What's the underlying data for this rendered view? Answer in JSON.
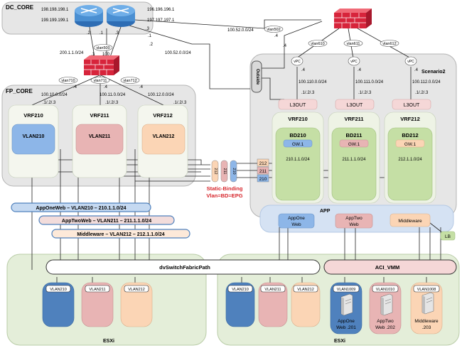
{
  "colors": {
    "zone": "#e6e6e6",
    "zone_border": "#b4b4b4",
    "esxi_zone": "#e4eed9",
    "esxi_border": "#b9cca7",
    "app_zone": "#d5e2f3",
    "bd_green": "#c5dfa5",
    "l3out": "#f5d7d7",
    "firewall": "#d7243b",
    "router": "#4a8fd2",
    "vlan210": "#8db6e8",
    "vlan211": "#e8b4b4",
    "vlan212": "#fbd5b5",
    "vlan210_dark": "#4f81bd",
    "blue_bar": "#c5d9f1",
    "static_red": "#d7262c"
  },
  "labels": {
    "dc_core": "DC_CORE",
    "fp_core": "FP_CORE",
    "scenario": "Scenario2",
    "outside": "Outside",
    "app": "APP",
    "static_binding_1": "Static-Binding",
    "static_binding_2": "Vlan=BD=EPG",
    "lb": "LB",
    "dvswitch": "dvSwitchFabricPath",
    "aci_vmm": "ACI_VMM",
    "esxi_left": "ESXi",
    "esxi_right": "ESXi"
  },
  "core": {
    "ip_r1a": "198.198.198.1",
    "ip_r1b": "199.199.199.1",
    "ip_r2a": "196.196.196.1",
    "ip_r2b": "197.197.197.1",
    "vlan500": "vlan500",
    "vlan502": "vlan502",
    "net_200": "200.1.1.0/24",
    "net_100_52_left": "100.52.0.0/24",
    "net_100_52_right": "100.52.0.0/24",
    "n_2": ".2",
    "n_1": ".1",
    "n_3": ".3",
    "n_3b": ".3",
    "n_1b": ".1",
    "n_2b": ".2",
    "n_4": ".4",
    "n_4b": ".4",
    "n_100": "100",
    "n_1c": ".1"
  },
  "fp": {
    "vlan710": "vlan710",
    "vlan711": "vlan711",
    "vlan712": "vlan712",
    "net_10": "100.10.0.0/24",
    "net_11": "100.11.0.0/24",
    "net_12": "100.12.0.0/24",
    "dot4_a": ".4",
    "dot4_b": ".4",
    "dot4_c": ".4",
    "dot123_a": ".1/.2/.3",
    "dot123_b": ".1/.2/.3",
    "dot123_c": ".1/.2/.3",
    "vrf210": "VRF210",
    "vrf211": "VRF211",
    "vrf212": "VRF212",
    "vlan210": "VLAN210",
    "vlan211": "VLAN211",
    "vlan212": "VLAN212"
  },
  "aci": {
    "vlan610": "vlan610",
    "vlan611": "vlan611",
    "vlan612": "vlan612",
    "vpc1": "vPC",
    "vpc2": "vPC",
    "vpc3": "vPC",
    "dot4_a": ".4",
    "dot4_b": ".4",
    "dot4_c": ".4",
    "net_110": "100.110.0.0/24",
    "net_111": "100.111.0.0/24",
    "net_112": "100.112.0.0/24",
    "dot123_a": ".1/.2/.3",
    "dot123_b": ".1/.2/.3",
    "dot123_c": ".1/.2/.3",
    "l3out_a": "L3OUT",
    "l3out_b": "L3OUT",
    "l3out_c": "L3OUT",
    "vrf210": "VRF210",
    "vrf211": "VRF211",
    "vrf212": "VRF212",
    "bd210": "BD210",
    "bd211": "BD211",
    "bd212": "BD212",
    "gw_a": "GW.1",
    "gw_b": "GW.1",
    "gw_c": "GW.1",
    "sub_210": "210.1.1.0/24",
    "sub_211": "211.1.1.0/24",
    "sub_212": "212.1.1.0/24",
    "port_212": "212",
    "port_211": "211",
    "port_210": "210",
    "epg_appone_1": "AppOne",
    "epg_appone_2": "Web",
    "epg_apptwo_1": "AppTwo",
    "epg_apptwo_2": "Web",
    "epg_middleware": "Middleware"
  },
  "bars": {
    "appone": "AppOneWeb – VLAN210 – 210.1.1.0/24",
    "apptwo": "AppTwoWeb – VLAN211 – 211.1.1.0/24",
    "middleware": "Middleware – VLAN212 – 212.1.1.0/24"
  },
  "ports": {
    "p212": "212",
    "p211": "211",
    "p210": "210"
  },
  "esxi": {
    "l_vlan210": "VLAN210",
    "l_vlan211": "VLAN211",
    "l_vlan212": "VLAN212",
    "r_vlan210": "VLAN210",
    "r_vlan211": "VLAN211",
    "r_vlan212": "VLAN212",
    "r_vlan1009": "VLAN1009",
    "r_vlan1010": "VLAN1010",
    "r_vlan1008": "VLAN1008",
    "vm_appone_1": "AppOne",
    "vm_appone_2": "Web .201",
    "vm_apptwo_1": "AppTwo",
    "vm_apptwo_2": "Web .202",
    "vm_middle_1": "Middleware",
    "vm_middle_2": ".203"
  }
}
